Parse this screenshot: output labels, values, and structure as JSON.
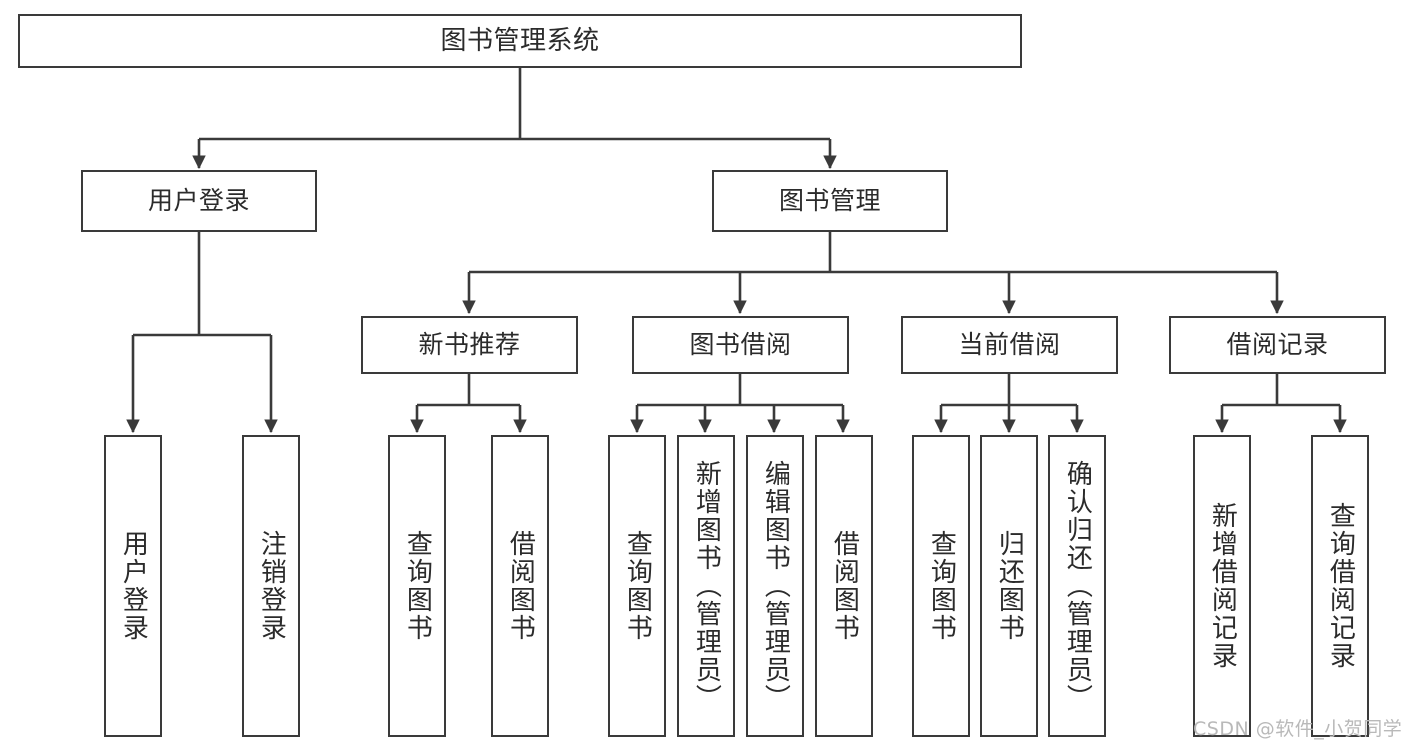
{
  "diagram": {
    "title": "图书管理系统",
    "type": "tree",
    "line_color": "#3a3a3a",
    "box_fill": "#ffffff",
    "text_color": "#2b2b2b",
    "background": "#ffffff",
    "nodes": {
      "root": {
        "label": "图书管理系统"
      },
      "level1": [
        {
          "label": "用户登录"
        },
        {
          "label": "图书管理"
        }
      ],
      "level2": [
        {
          "label": "新书推荐"
        },
        {
          "label": "图书借阅"
        },
        {
          "label": "当前借阅"
        },
        {
          "label": "借阅记录"
        }
      ],
      "leaves_user_login": [
        {
          "label": "用户登录"
        },
        {
          "label": "注销登录"
        }
      ],
      "leaves_new_book": [
        {
          "label": "查询图书"
        },
        {
          "label": "借阅图书"
        }
      ],
      "leaves_borrow": [
        {
          "label": "查询图书"
        },
        {
          "label": "新增图书（管理员）"
        },
        {
          "label": "编辑图书（管理员）"
        },
        {
          "label": "借阅图书"
        }
      ],
      "leaves_current": [
        {
          "label": "查询图书"
        },
        {
          "label": "归还图书"
        },
        {
          "label": "确认归还（管理员）"
        }
      ],
      "leaves_records": [
        {
          "label": "新增借阅记录"
        },
        {
          "label": "查询借阅记录"
        }
      ]
    }
  },
  "watermark": {
    "text": "CSDN @软件_小贺同学"
  }
}
